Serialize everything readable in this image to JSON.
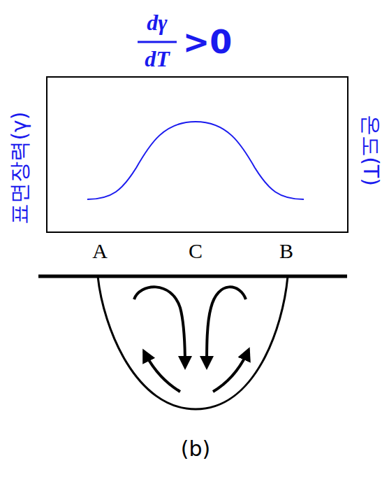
{
  "diagram": {
    "caption": "(b)",
    "labels": [
      "dγ",
      "dT",
      ">0",
      "표면장력(γ)",
      "온도(T)",
      "A",
      "C",
      "B"
    ]
  }
}
